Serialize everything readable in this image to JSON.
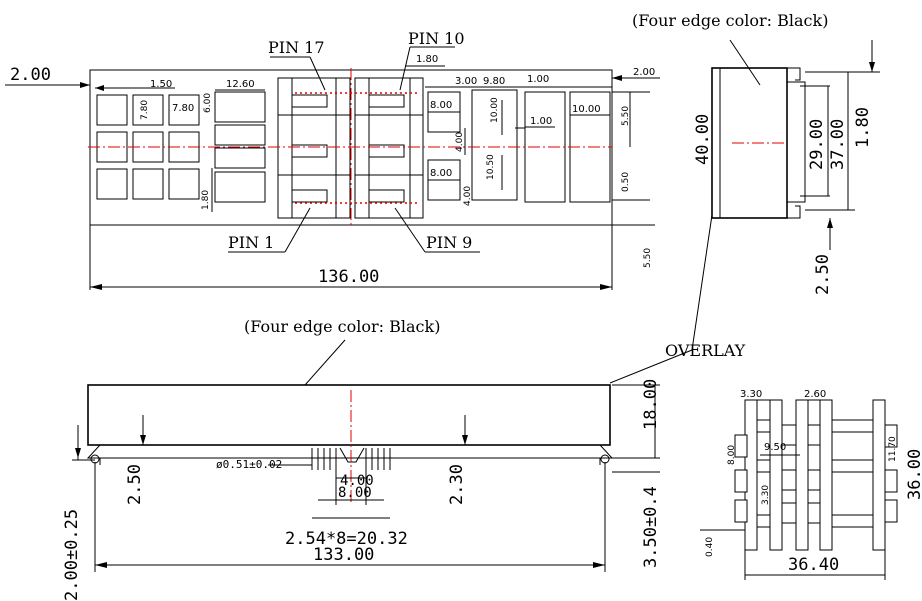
{
  "notes": {
    "edge_color_top": "(Four edge color: Black)",
    "edge_color_front": "(Four edge color: Black)",
    "overlay": "OVERLAY"
  },
  "pins": {
    "pin17": "PIN 17",
    "pin10": "PIN 10",
    "pin1": "PIN 1",
    "pin9": "PIN 9"
  },
  "top_view": {
    "d_2_00_left": "2.00",
    "d_1_50": "1.50",
    "d_12_60": "12.60",
    "d_7_80_a": "7.80",
    "d_7_80_b": "7.80",
    "d_6_00": "6.00",
    "d_1_80_left": "1.80",
    "d_1_80_top": "1.80",
    "d_3_00": "3.00",
    "d_9_80": "9.80",
    "d_1_00_top": "1.00",
    "d_2_00_right": "2.00",
    "d_8_00_a": "8.00",
    "d_10_00_a": "10.00",
    "d_1_00_mid": "1.00",
    "d_10_00_b": "10.00",
    "d_5_50_right": "5.50",
    "d_4_00_a": "4.00",
    "d_8_00_b": "8.00",
    "d_10_50": "10.50",
    "d_4_00_b": "4.00",
    "d_0_50": "0.50",
    "d_5_50_bottom": "5.50",
    "d_136": "136.00"
  },
  "side_view": {
    "d_40": "40.00",
    "d_29": "29.00",
    "d_37": "37.00",
    "d_1_80": "1.80",
    "d_2_50": "2.50"
  },
  "front_view": {
    "d_18": "18.00",
    "d_pin_dia": "ø0.51±0.02",
    "d_4_00": "4.00",
    "d_8_00": "8.00",
    "d_pitch": "2.54*8=20.32",
    "d_133": "133.00",
    "d_2_50": "2.50",
    "d_2_30": "2.30",
    "d_2_00_tol": "2.00±0.25",
    "d_3_50_tol": "3.50±0.4"
  },
  "detail_view": {
    "d_3_30_top": "3.30",
    "d_2_60": "2.60",
    "d_8_00": "8.00",
    "d_9_50": "9.50",
    "d_11_70": "11.70",
    "d_3_30_mid": "3.30",
    "d_36_00": "36.00",
    "d_0_40": "0.40",
    "d_36_40": "36.40"
  }
}
